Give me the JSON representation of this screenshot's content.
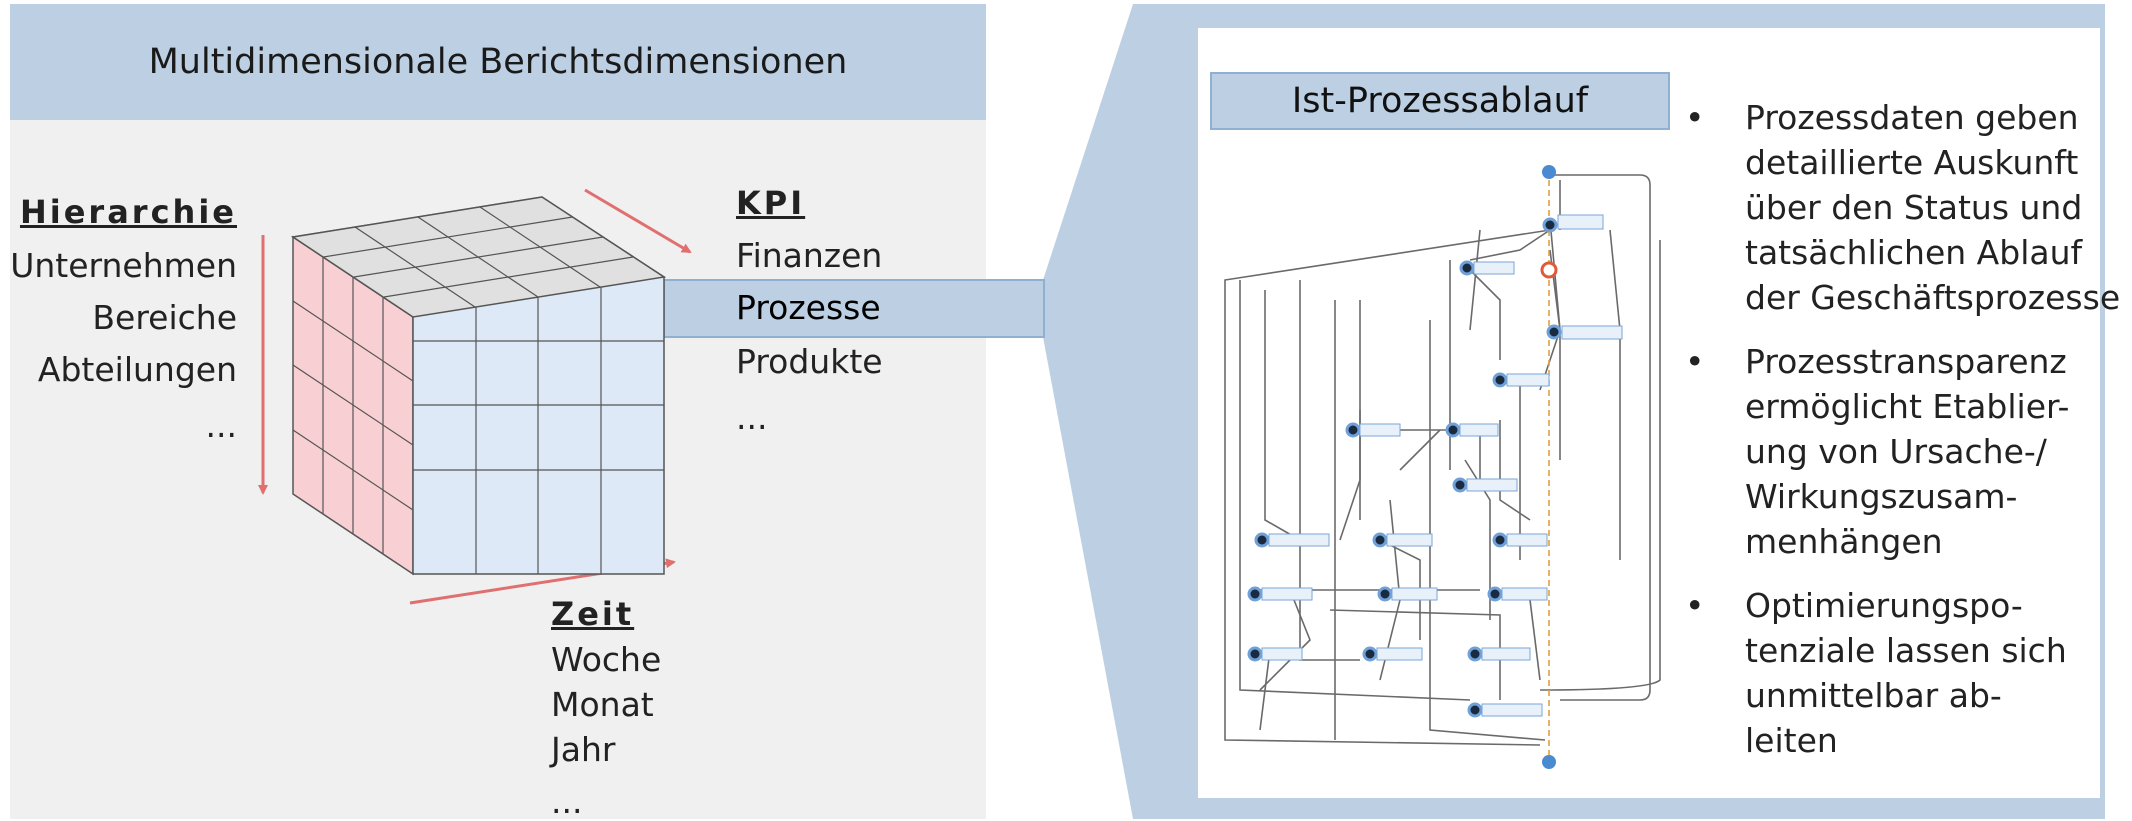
{
  "left": {
    "title": "Multidimensionale Berichtsdimensionen",
    "hierarchy": {
      "header": "Hierarchie",
      "items": [
        "Unternehmen",
        "Bereiche",
        "Abteilungen",
        "..."
      ]
    },
    "kpi": {
      "header": "KPI",
      "items": [
        "Finanzen",
        "Prozesse",
        "Produkte",
        "..."
      ],
      "highlighted_index": 1
    },
    "time": {
      "header": "Zeit",
      "items": [
        "Woche",
        "Monat",
        "Jahr",
        "..."
      ]
    }
  },
  "right": {
    "title": "Ist-Prozessablauf",
    "bullets": [
      "Prozessdaten geben\ndetaillierte Auskunft\nüber den Status und\ntatsächlichen Ablauf\nder Geschäftsprozesse",
      "Prozesstransparenz\nermöglicht Etablier-\nung von Ursache-/\nWirkungszusam-\nmenhängen",
      "Optimierungspo-\ntenziale lassen sich\nunmittelbar ab-\nleiten"
    ]
  },
  "colors": {
    "header_blue": "#bdd0e3",
    "cube_front": "#dde9f6",
    "cube_side": "#f8d0d4",
    "cube_top": "#e0e0e0",
    "arrow": "#e07070",
    "panel_grey": "#f0f0f0"
  }
}
